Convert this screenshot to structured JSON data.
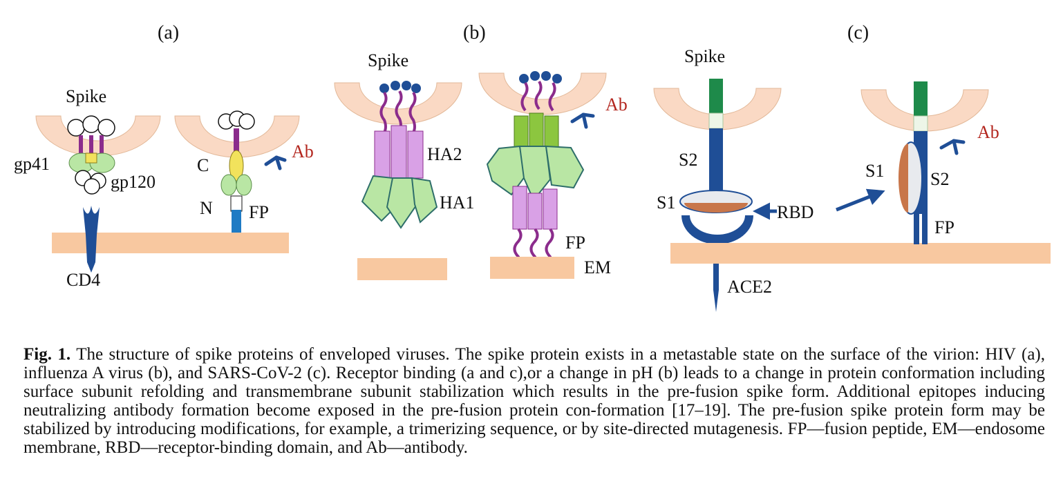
{
  "panels": {
    "a": "(a)",
    "b": "(b)",
    "c": "(c)"
  },
  "labels": {
    "spike": "Spike",
    "gp41": "gp41",
    "gp120": "gp120",
    "cd4": "CD4",
    "c": "C",
    "n": "N",
    "fp": "FP",
    "ab": "Ab",
    "ha2": "HA2",
    "ha1": "HA1",
    "em": "EM",
    "s1": "S1",
    "s2": "S2",
    "rbd": "RBD",
    "ace2": "ACE2"
  },
  "caption": {
    "lead": "Fig. 1.",
    "text": " The structure of spike proteins of enveloped viruses. The spike protein exists in a metastable state on the surface of the virion: HIV (a), influenza A virus (b), and SARS-CoV-2 (c). Receptor binding (a and c),or a change in pH (b) leads to a change in protein conformation including surface subunit refolding and transmembrane subunit stabilization which results in the pre-fusion spike form. Additional epitopes inducing neutralizing antibody formation become exposed in the pre-fusion protein con-formation [17–19]. The pre-fusion spike protein form may be stabilized by introducing modifications, for example, a trimerizing sequence, or by site-directed mutagenesis. FP—fusion peptide, EM—endosome membrane, RBD—receptor-binding domain, and Ab—antibody."
  },
  "colors": {
    "membrane": "#f8c8a0",
    "envelope": "#fad9c4",
    "blue": "#1f4e96",
    "purple": "#8b2c8c",
    "green": "#b9e6a4",
    "lime": "#8cc63f",
    "lilac": "#d9a1e6",
    "yellow": "#f2e25c",
    "antibody": "#b3261e"
  }
}
